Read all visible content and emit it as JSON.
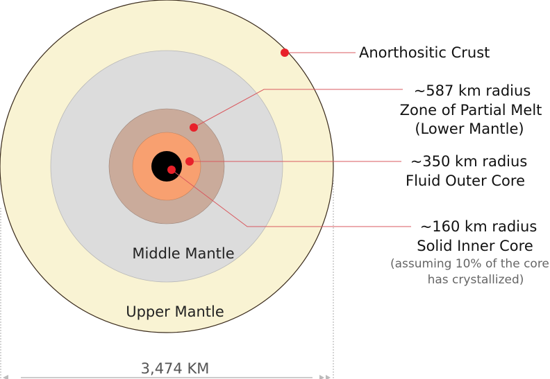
{
  "diagram": {
    "layers": {
      "upper_mantle": {
        "label": "Upper Mantle",
        "color": "#f9f3d3",
        "stroke": "#3a2b1c"
      },
      "middle_mantle": {
        "label": "Middle Mantle",
        "color": "#dcdcdc"
      },
      "partial_melt": {
        "color": "#caab9b"
      },
      "outer_core": {
        "color": "#f8a070"
      },
      "inner_core": {
        "color": "#000000"
      }
    },
    "marker_color": "#e8212a",
    "labels": {
      "crust": "Anorthositic Crust",
      "partial_melt": [
        "~587 km radius",
        "Zone of Partial Melt",
        "(Lower Mantle)"
      ],
      "outer_core": [
        "~350 km radius",
        "Fluid Outer Core"
      ],
      "inner_core": [
        "~160 km radius",
        "Solid Inner Core"
      ],
      "inner_core_note": [
        "(assuming 10% of the core",
        "has crystallized)"
      ]
    },
    "dimension": {
      "label": "3,474 KM"
    }
  }
}
